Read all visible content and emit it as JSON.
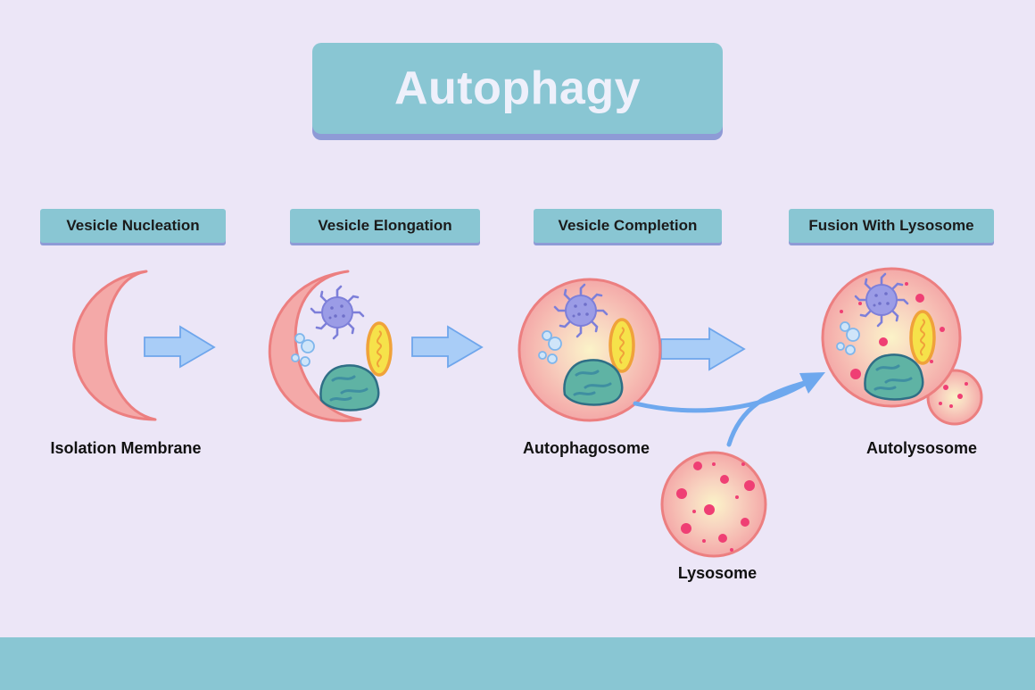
{
  "title": "Autophagy",
  "stages": [
    {
      "label": "Vesicle Nucleation"
    },
    {
      "label": "Vesicle Elongation"
    },
    {
      "label": "Vesicle Completion"
    },
    {
      "label": "Fusion With Lysosome"
    }
  ],
  "structures": {
    "isolation_membrane": "Isolation Membrane",
    "autophagosome": "Autophagosome",
    "lysosome": "Lysosome",
    "autolysosome": "Autolysosome"
  },
  "colors": {
    "background": "#ece6f7",
    "header_fill": "#89c6d3",
    "header_shadow": "#8e9bd6",
    "membrane": "#f4a9a8",
    "membrane_edge": "#ec7f80",
    "arrow": "#a9cdf7",
    "arrow_edge": "#6fa6ec",
    "curved_arrow": "#6ea8ee",
    "virus": "#8d8ee0",
    "mitochondrion": "#f6e24a",
    "mito_edge": "#f0a23a",
    "protein_blob": "#5fb3a4",
    "enzyme_dot": "#ef3f74"
  }
}
